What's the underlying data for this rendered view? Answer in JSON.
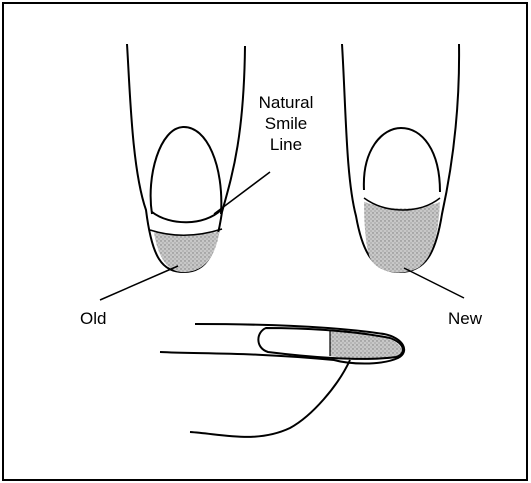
{
  "labels": {
    "natural_smile_line": [
      "Natural",
      "Smile",
      "Line"
    ],
    "old": "Old",
    "new": "New"
  },
  "colors": {
    "ink": "#000000",
    "shade": "#b0b0b0",
    "background": "#ffffff"
  }
}
